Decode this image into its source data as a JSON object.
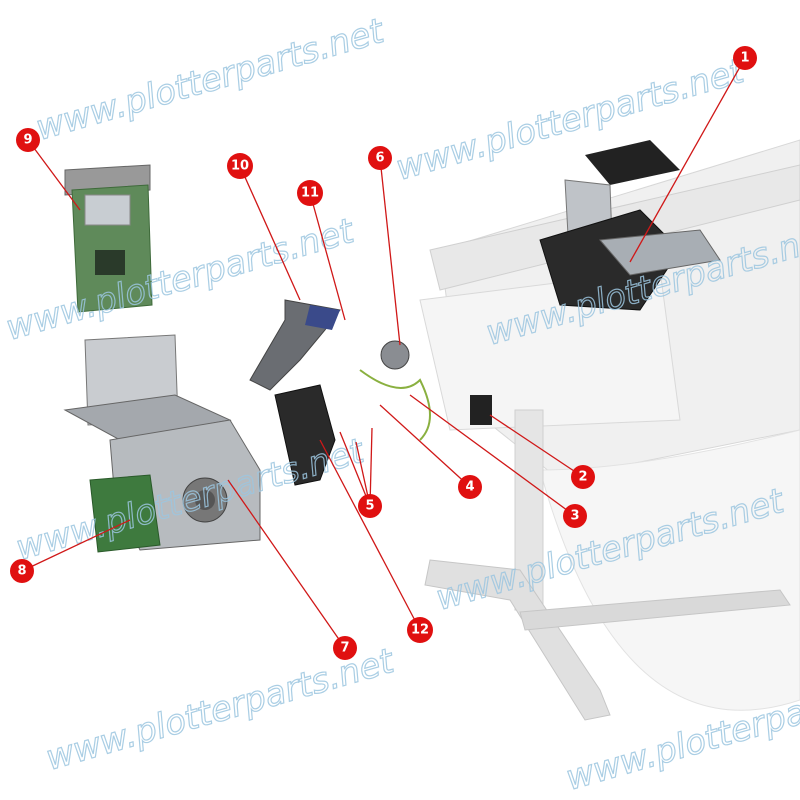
{
  "watermark": "www.plotterparts.net",
  "callouts": [
    "1",
    "2",
    "3",
    "4",
    "5",
    "6",
    "7",
    "8",
    "9",
    "10",
    "11",
    "12"
  ],
  "colors": {
    "callout": "#e01010",
    "leader": "#d01818",
    "watermark": "#9cc6e0"
  }
}
